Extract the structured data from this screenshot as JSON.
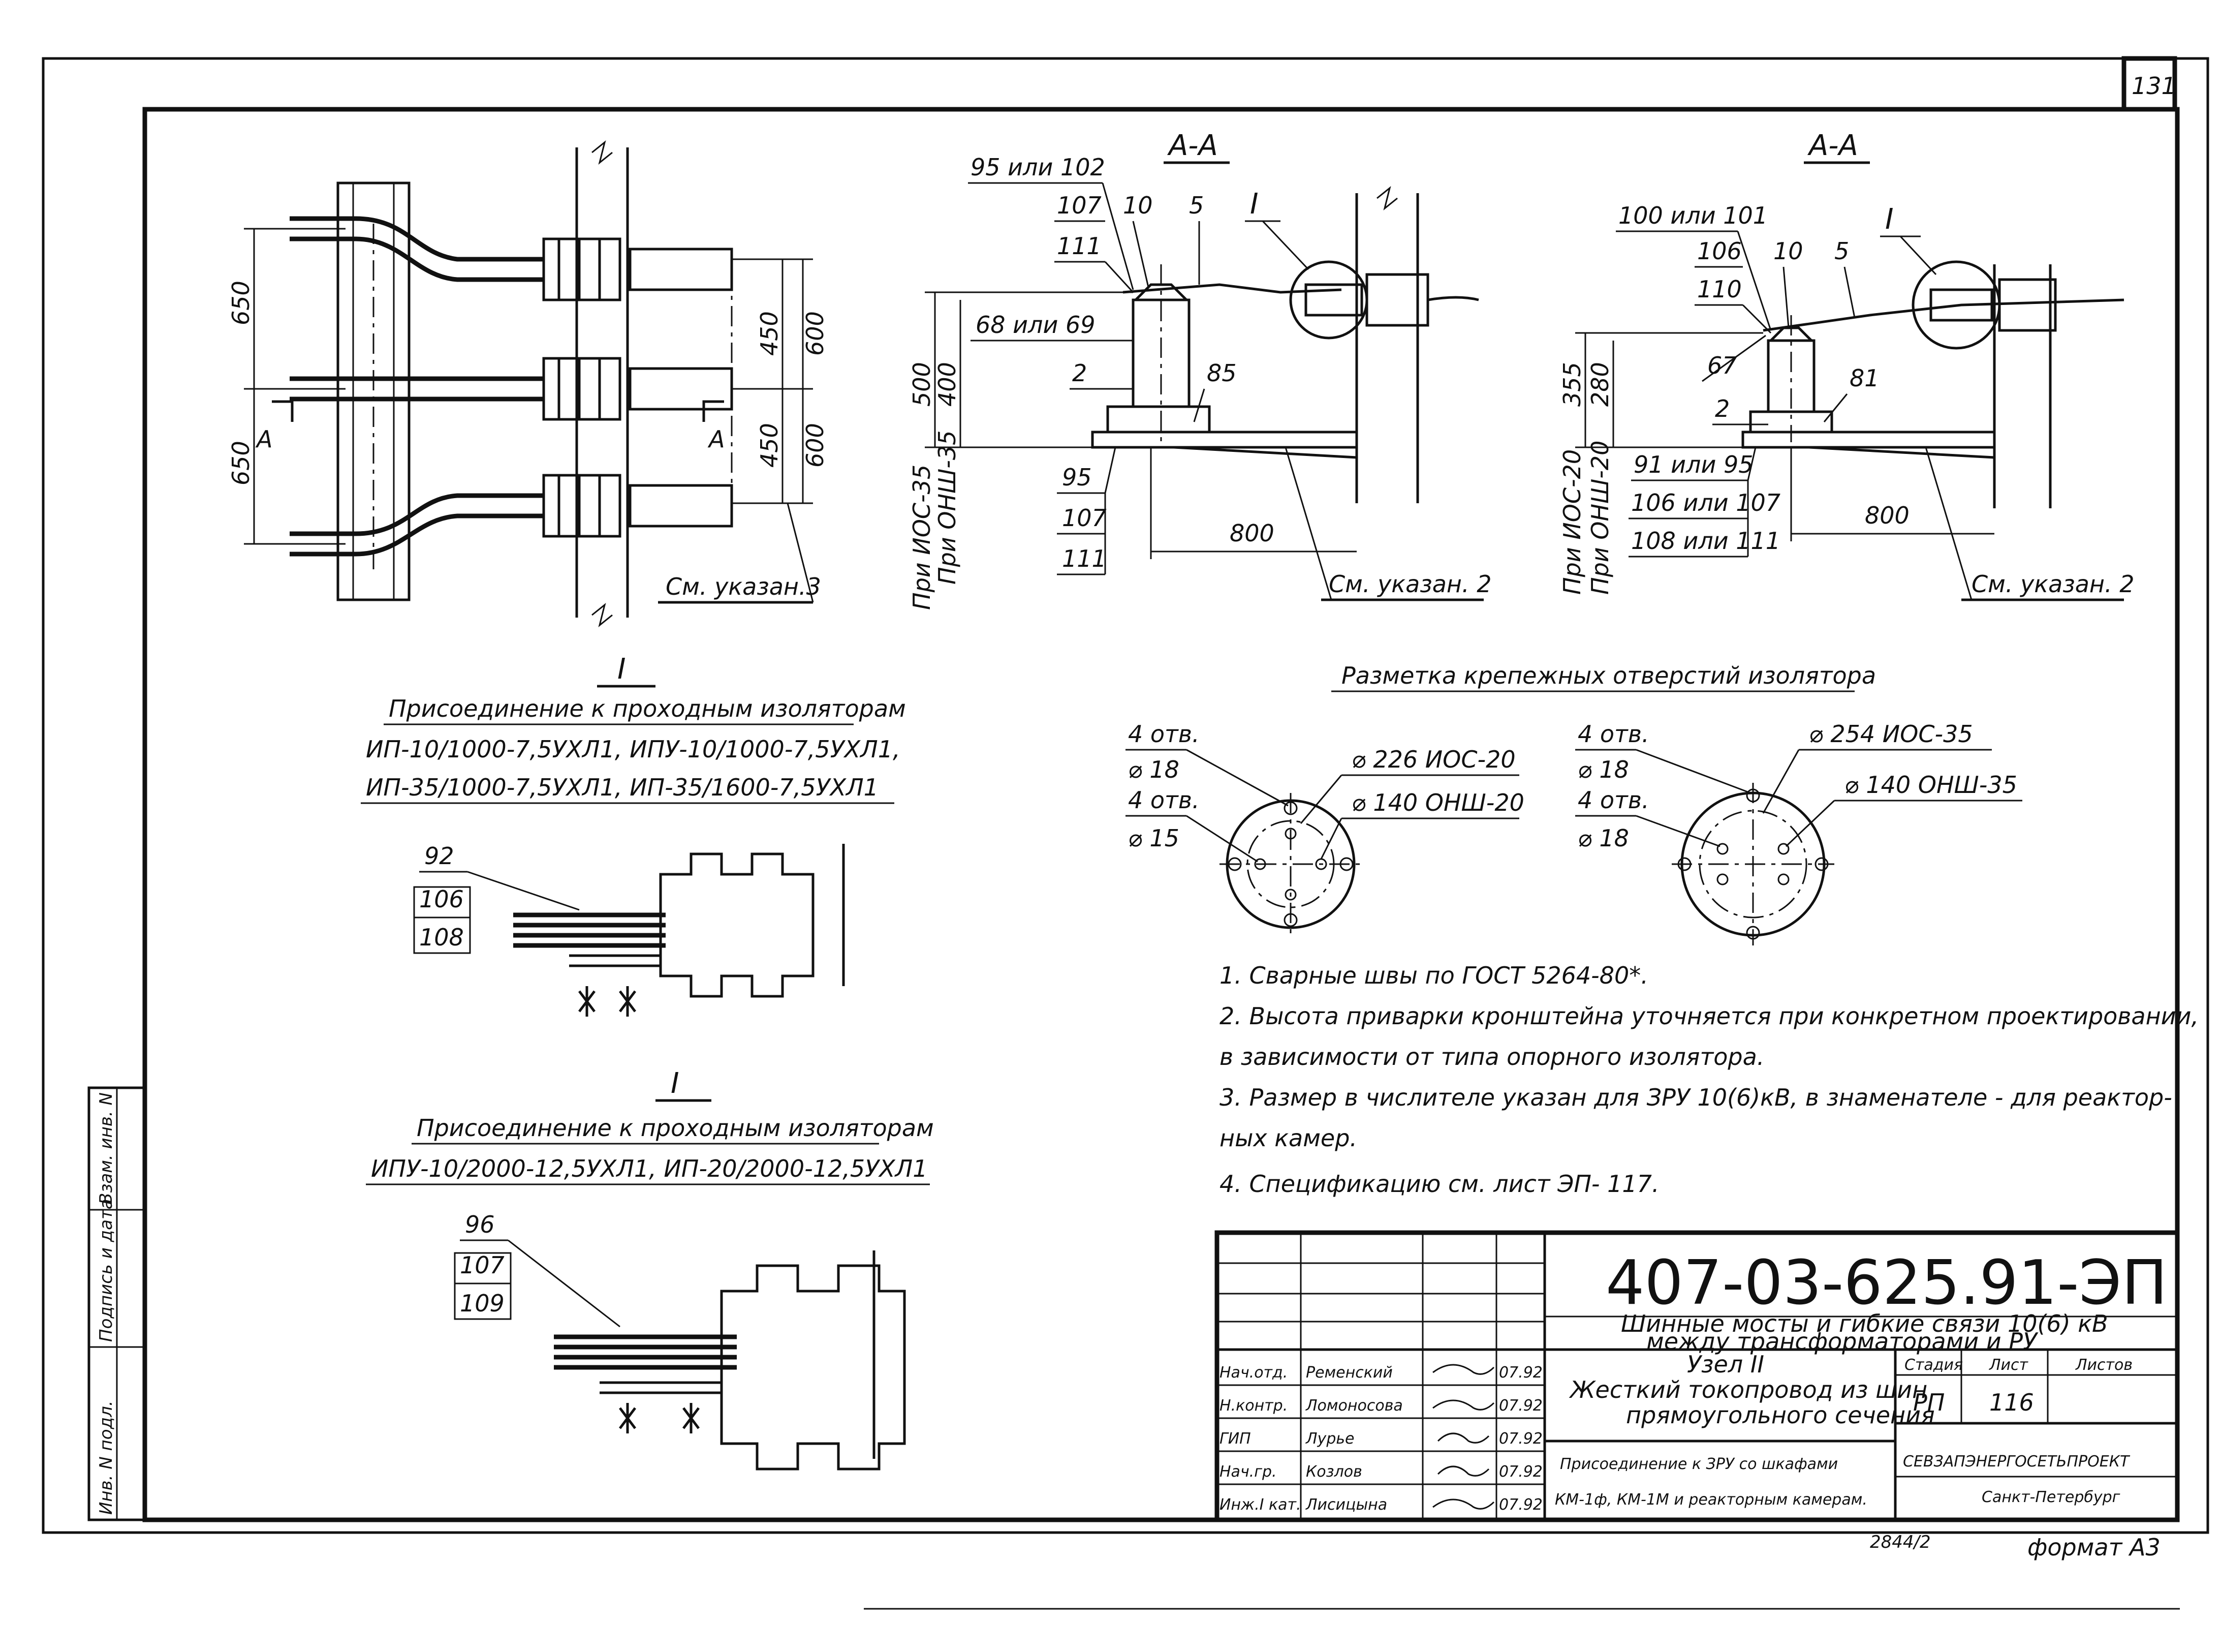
{
  "sheet_number": "131",
  "section_labels": [
    "А-А",
    "А-А"
  ],
  "view1": {
    "dims": [
      "650",
      "650",
      "450",
      "600",
      "450",
      "600"
    ],
    "section_marks": [
      "А",
      "А"
    ],
    "note": "См. указан.3"
  },
  "view2": {
    "callouts": [
      "95 или 102",
      "107",
      "10",
      "5",
      "I",
      "111",
      "68 или 69",
      "2",
      "85",
      "95",
      "107",
      "111"
    ],
    "heights": [
      "500",
      "400"
    ],
    "height_labels": [
      "При ИОС-35",
      "При ОНШ-35"
    ],
    "dim_800": "800",
    "note": "См. указан. 2"
  },
  "view3": {
    "callouts": [
      "100 или 101",
      "10",
      "5",
      "I",
      "106",
      "110",
      "67",
      "2",
      "81",
      "91 или 95",
      "106 или 107",
      "108 или 111"
    ],
    "heights": [
      "355",
      "280"
    ],
    "height_labels": [
      "При ИОС-20",
      "При ОНШ-20"
    ],
    "dim_800": "800",
    "note": "См. указан. 2"
  },
  "detail1": {
    "mark": "I",
    "caption_line1": "Присоединение к проходным изоляторам",
    "caption_line2": "ИП-10/1000-7,5УХЛ1, ИПУ-10/1000-7,5УХЛ1,",
    "caption_line3": "ИП-35/1000-7,5УХЛ1, ИП-35/1600-7,5УХЛ1",
    "callouts": [
      "92",
      "106",
      "108"
    ]
  },
  "detail2": {
    "mark": "I",
    "caption_line1": "Присоединение к проходным изоляторам",
    "caption_line2": "ИПУ-10/2000-12,5УХЛ1, ИП-20/2000-12,5УХЛ1",
    "callouts": [
      "96",
      "107",
      "109"
    ]
  },
  "holes": {
    "title": "Разметка крепежных отверстий изолятора",
    "left": [
      "4 отв.",
      "⌀ 18",
      "4 отв.",
      "⌀ 15",
      "⌀ 226  ИОС-20",
      "⌀ 140  ОНШ-20"
    ],
    "right": [
      "4 отв.",
      "⌀ 18",
      "4 отв.",
      "⌀ 18",
      "⌀ 254  ИОС-35",
      "⌀ 140  ОНШ-35"
    ]
  },
  "notes": [
    "1.  Сварные швы по ГОСТ 5264-80*.",
    "2.  Высота приварки кронштейна уточняется при конкретном проектировании,",
    "     в зависимости от типа опорного изолятора.",
    "3. Размер в числителе указан для ЗРУ 10(6)кВ, в знаменателе - для реактор-",
    "     ных камер.",
    "4.  Спецификацию см. лист ЭП- 117."
  ],
  "side_stamp": [
    "Инв. N подл.",
    "Подпись и дата",
    "Взам. инв. N"
  ],
  "title_block": {
    "doc_code": "407-03-625.91-ЭП",
    "project_title_1": "Шинные мосты и гибкие связи 10(6) кВ",
    "project_title_2": "между трансформаторами и РУ",
    "sheet_title_1": "Узел II",
    "sheet_title_2": "Жесткий токопровод из шин",
    "sheet_title_3": "прямоугольного сечения",
    "sheet_title_4": "Присоединение к ЗРУ со шкафами",
    "sheet_title_5": "КМ-1ф, КМ-1М и реакторным камерам.",
    "roles": [
      "Нач.отд.",
      "Н.контр.",
      "ГИП",
      "Нач.гр.",
      "Инж.I кат."
    ],
    "names": [
      "Ременский",
      "Ломоносова",
      "Лурье",
      "Козлов",
      "Лисицына"
    ],
    "dates": [
      "07.92",
      "07.92",
      "07.92",
      "07.92",
      "07.92"
    ],
    "col_stage": "Стадия",
    "col_sheet": "Лист",
    "col_sheets": "Листов",
    "stage": "РП",
    "sheet": "116",
    "org_1": "СЕВЗАПЭНЕРГОСЕТЬПРОЕКТ",
    "org_2": "Санкт-Петербург"
  },
  "bottom_ref": "2844/2",
  "format": "формат А3"
}
